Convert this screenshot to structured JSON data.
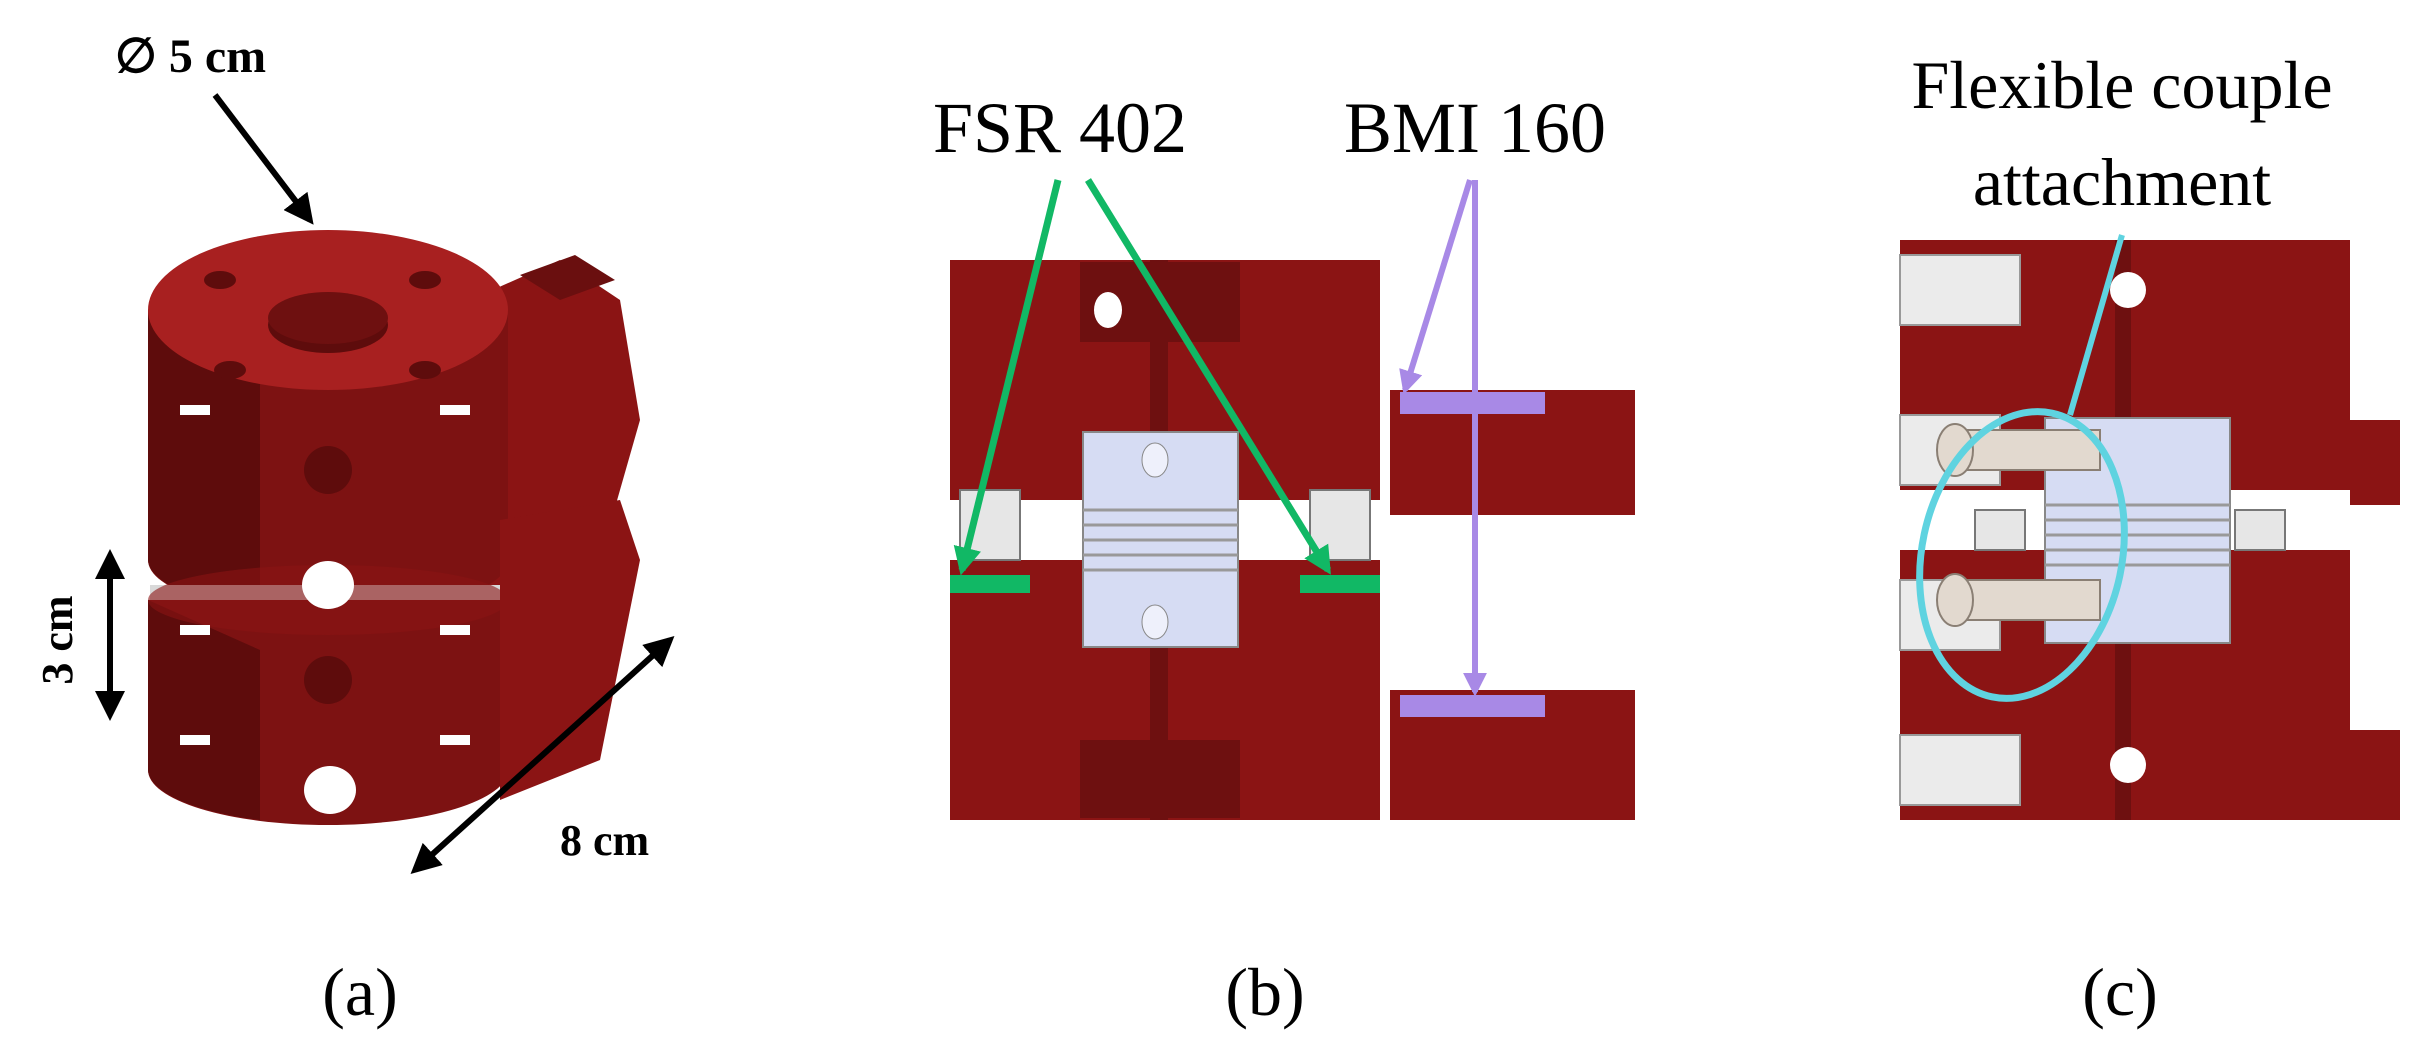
{
  "panels": {
    "a": {
      "caption": "(a)",
      "diameter_label": "∅ 5 cm",
      "height_label": "3 cm",
      "length_label": "8 cm"
    },
    "b": {
      "caption": "(b)",
      "sensor_fsr_label": "FSR 402",
      "sensor_imu_label": "BMI 160"
    },
    "c": {
      "caption": "(c)",
      "attachment_label_line1": "Flexible couple",
      "attachment_label_line2": "attachment"
    }
  },
  "colors": {
    "part_red": "#8b1414",
    "part_red_dark": "#5e0c0c",
    "part_red_light": "#a82020",
    "coupling_blue": "#d6dcf3",
    "fsr_green": "#11b865",
    "imu_purple": "#a889e6",
    "highlight_cyan": "#5fd3e0"
  }
}
